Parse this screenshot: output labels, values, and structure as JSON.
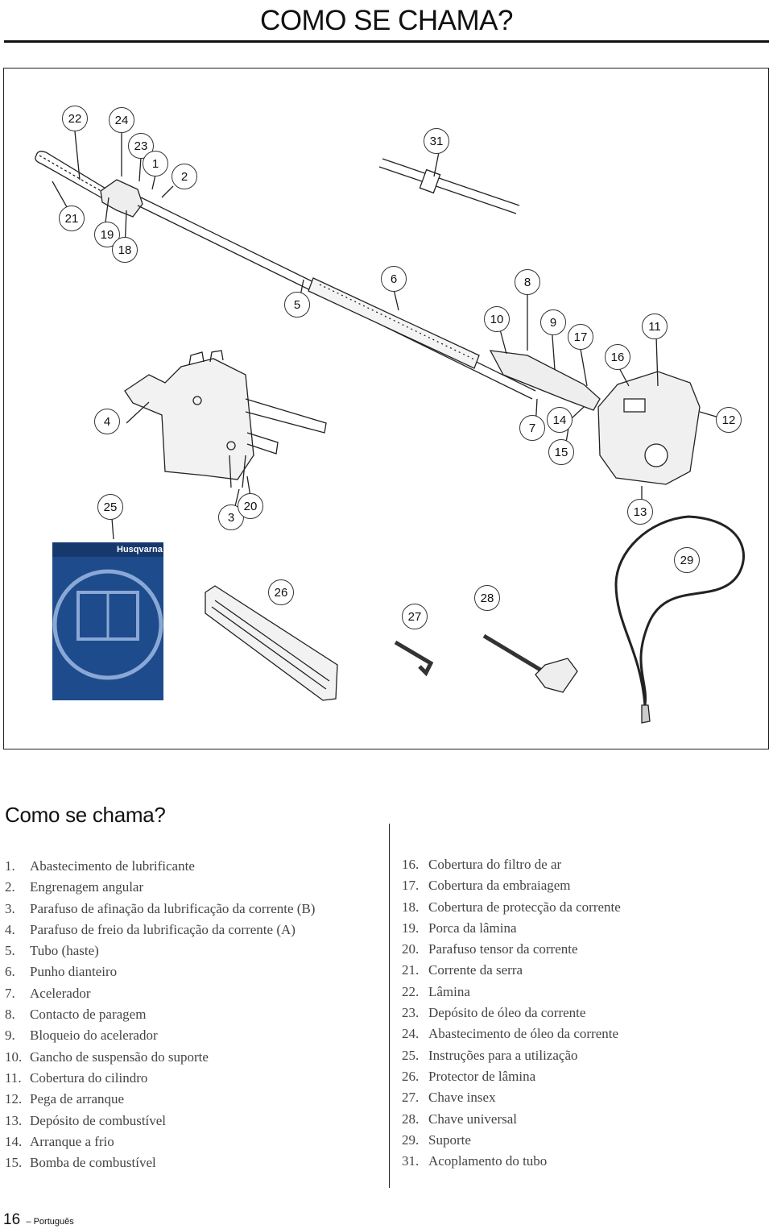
{
  "page": {
    "title": "COMO SE CHAMA?",
    "subtitle": "Como se chama?",
    "page_number": "16",
    "language": "– Português"
  },
  "figure": {
    "brand": "Husqvarna",
    "callouts": [
      "22",
      "24",
      "23",
      "1",
      "2",
      "31",
      "21",
      "19",
      "18",
      "5",
      "6",
      "8",
      "10",
      "9",
      "17",
      "11",
      "16",
      "4",
      "7",
      "14",
      "12",
      "15",
      "25",
      "3",
      "20",
      "13",
      "29",
      "26",
      "28",
      "27"
    ]
  },
  "parts_left": [
    {
      "num": "1.",
      "label": "Abastecimento de lubrificante"
    },
    {
      "num": "2.",
      "label": "Engrenagem angular"
    },
    {
      "num": "3.",
      "label": "Parafuso de afinação da lubrificação da corrente (B)"
    },
    {
      "num": "4.",
      "label": "Parafuso de freio da lubrificação da corrente (A)"
    },
    {
      "num": "5.",
      "label": "Tubo (haste)"
    },
    {
      "num": "6.",
      "label": "Punho dianteiro"
    },
    {
      "num": "7.",
      "label": "Acelerador"
    },
    {
      "num": "8.",
      "label": "Contacto de paragem"
    },
    {
      "num": "9.",
      "label": "Bloqueio do acelerador"
    },
    {
      "num": "10.",
      "label": "Gancho de suspensão do suporte"
    },
    {
      "num": "11.",
      "label": "Cobertura do cilindro"
    },
    {
      "num": "12.",
      "label": "Pega de arranque"
    },
    {
      "num": "13.",
      "label": "Depósito de combustível"
    },
    {
      "num": "14.",
      "label": "Arranque a frio"
    },
    {
      "num": "15.",
      "label": "Bomba de combustível"
    }
  ],
  "parts_right": [
    {
      "num": "16.",
      "label": "Cobertura do filtro de ar"
    },
    {
      "num": "17.",
      "label": "Cobertura da embraiagem"
    },
    {
      "num": "18.",
      "label": "Cobertura de protecção da corrente"
    },
    {
      "num": "19.",
      "label": "Porca da lâmina"
    },
    {
      "num": "20.",
      "label": "Parafuso tensor da corrente"
    },
    {
      "num": "21.",
      "label": "Corrente da serra"
    },
    {
      "num": "22.",
      "label": "Lâmina"
    },
    {
      "num": "23.",
      "label": "Depósito de óleo da corrente"
    },
    {
      "num": "24.",
      "label": "Abastecimento de óleo da corrente"
    },
    {
      "num": "25.",
      "label": "Instruções para a utilização"
    },
    {
      "num": "26.",
      "label": "Protector de lâmina"
    },
    {
      "num": "27.",
      "label": "Chave insex"
    },
    {
      "num": "28.",
      "label": "Chave universal"
    },
    {
      "num": "29.",
      "label": "Suporte"
    },
    {
      "num": "31.",
      "label": "Acoplamento do tubo"
    }
  ]
}
